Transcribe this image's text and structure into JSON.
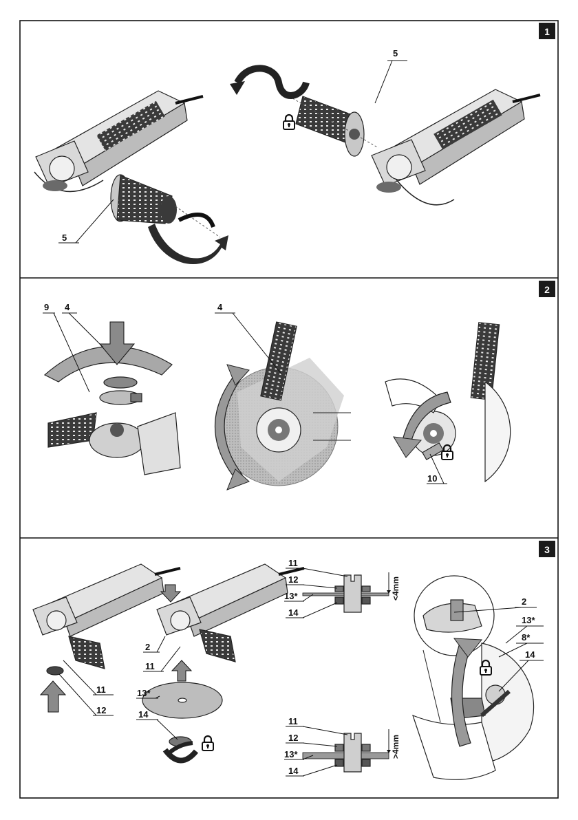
{
  "panels": [
    {
      "number": "1"
    },
    {
      "number": "2"
    },
    {
      "number": "3"
    }
  ],
  "labels": {
    "p1": {
      "handle_right": "5",
      "handle_left": "5"
    },
    "p2": {
      "clamp": "9",
      "guard_left": "4",
      "guard_mid": "4",
      "lever": "10"
    },
    "p3": {
      "grinder_a_11": "11",
      "grinder_a_12": "12",
      "grinder_b_2": "2",
      "grinder_b_11": "11",
      "grinder_b_13": "13*",
      "grinder_b_14": "14",
      "sec_top_11": "11",
      "sec_top_12": "12",
      "sec_top_13": "13*",
      "sec_top_14": "14",
      "sec_top_dim": "<4mm",
      "sec_bot_11": "11",
      "sec_bot_12": "12",
      "sec_bot_13": "13*",
      "sec_bot_14": "14",
      "sec_bot_dim": ">4mm",
      "tool_2": "2",
      "tool_13": "13*",
      "tool_8": "8*",
      "tool_14": "14"
    }
  },
  "icons": [
    "lock-icon",
    "rotate-arrow-icon",
    "push-arrow-icon"
  ],
  "colors": {
    "frame": "#111111",
    "tab": "#1a1a1a",
    "shade": "#9a9a9a",
    "light": "#d6d6d6"
  }
}
